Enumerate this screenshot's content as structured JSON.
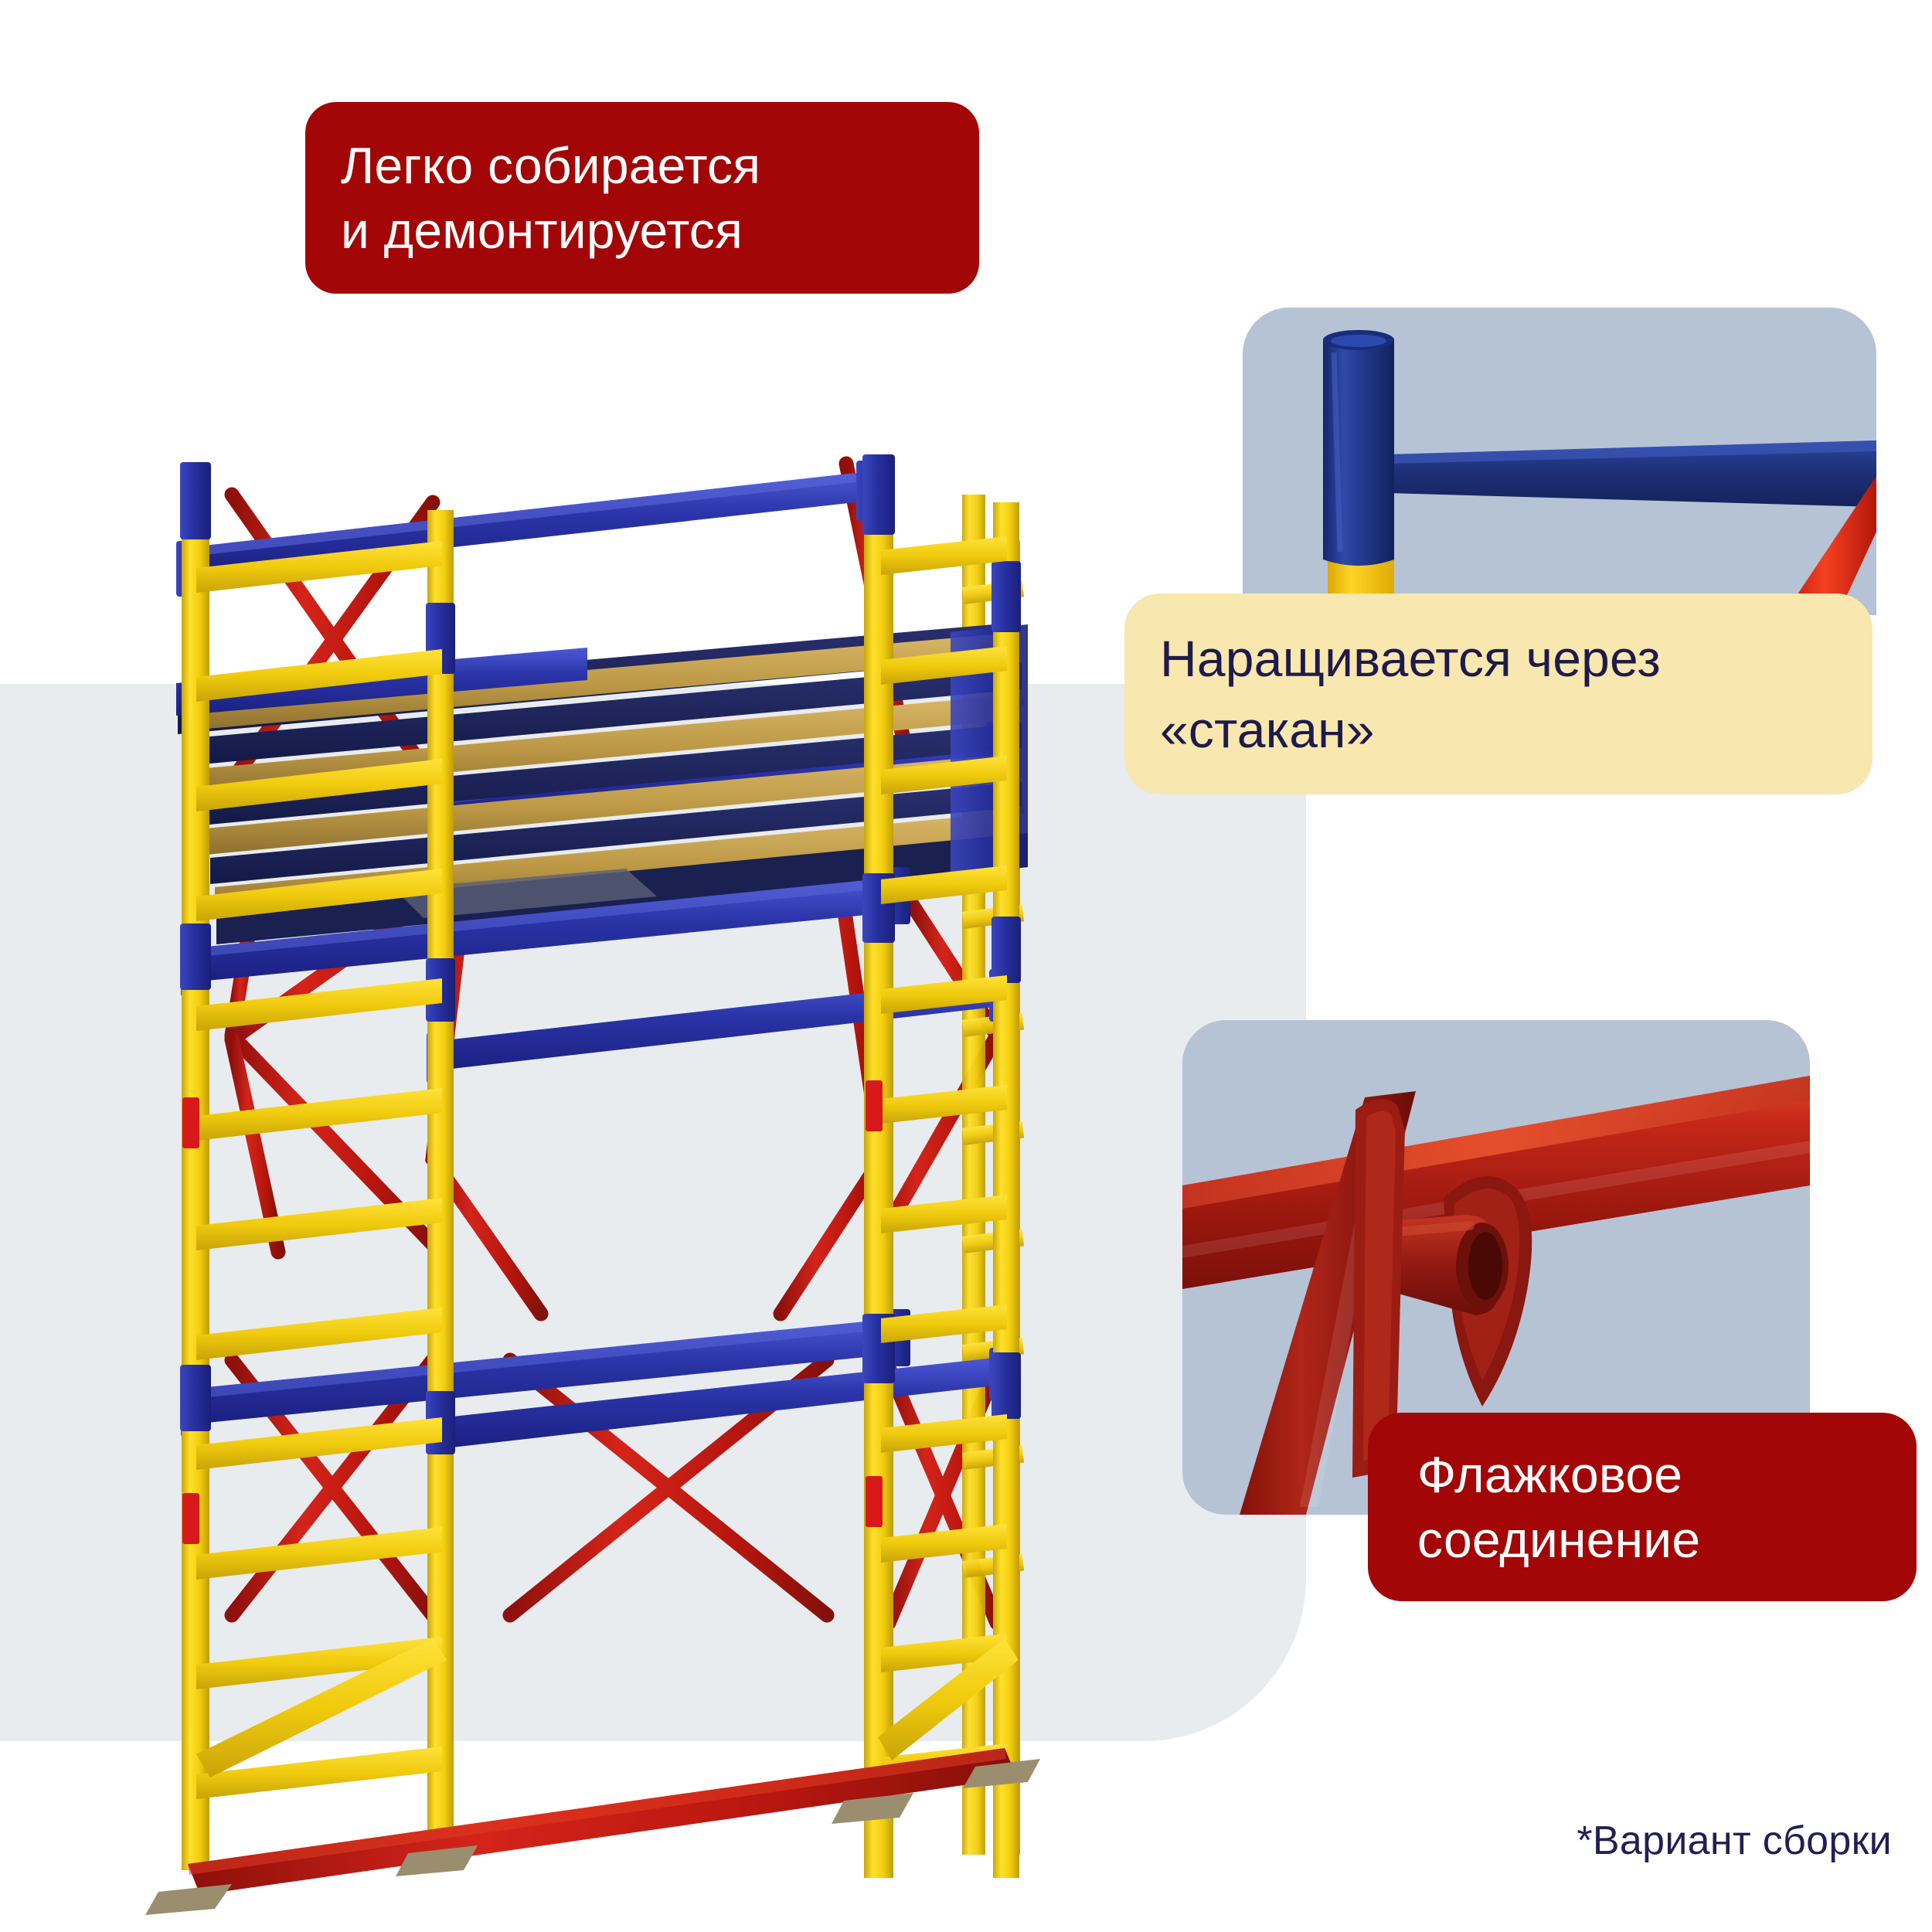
{
  "page": {
    "background_color": "#FFFFFF",
    "panel_color": "#E8ECEF",
    "accent_red": "#A30606",
    "accent_cream": "#F8E7AE",
    "navy_text": "#221F52",
    "photo_card_bg": "#B6C3D5"
  },
  "badges": {
    "easy": {
      "line1": "Легко собирается",
      "line2": "и демонтируется",
      "bg": "#A30606",
      "color": "#FFFFFF"
    },
    "cup": {
      "line1": "Наращивается через",
      "line2": "«стакан»",
      "bg": "#F8E7AE",
      "color": "#1E1B4B"
    },
    "flag": {
      "line1": "Флажковое",
      "line2": "соединение",
      "bg": "#A30606",
      "color": "#FFFFFF"
    }
  },
  "footnote": {
    "text": "*Вариант сборки",
    "color": "#221F52"
  },
  "photos": {
    "cup_joint": {
      "caption_ref": "стакан",
      "bg": "#B6C3D5",
      "parts": [
        "blue-vertical-pipe",
        "yellow-pipe-bottom",
        "blue-horizontal-bar",
        "red-diagonal-brace"
      ]
    },
    "flag_joint": {
      "caption_ref": "Флажковое соединение",
      "bg": "#B6C3D5",
      "parts": [
        "red-horizontal-beam",
        "red-wedge-flag",
        "red-socket-collar",
        "red-diagonal-leg"
      ]
    }
  },
  "product": {
    "name": "scaffold-tower",
    "colors": {
      "frame_yellow": "#F5D510",
      "frame_yellow_dark": "#D9B90C",
      "rail_blue": "#2B35A8",
      "rail_blue_light": "#4A55C8",
      "brace_red": "#C21515",
      "brace_red_dark": "#9C0F0F",
      "deck_wood": "#C9A75A",
      "deck_wood_dark": "#8C7032",
      "deck_steel": "#1B2050",
      "base_plate": "#9A8E6E"
    },
    "levels": 3,
    "sticker_color": "#D81919"
  }
}
